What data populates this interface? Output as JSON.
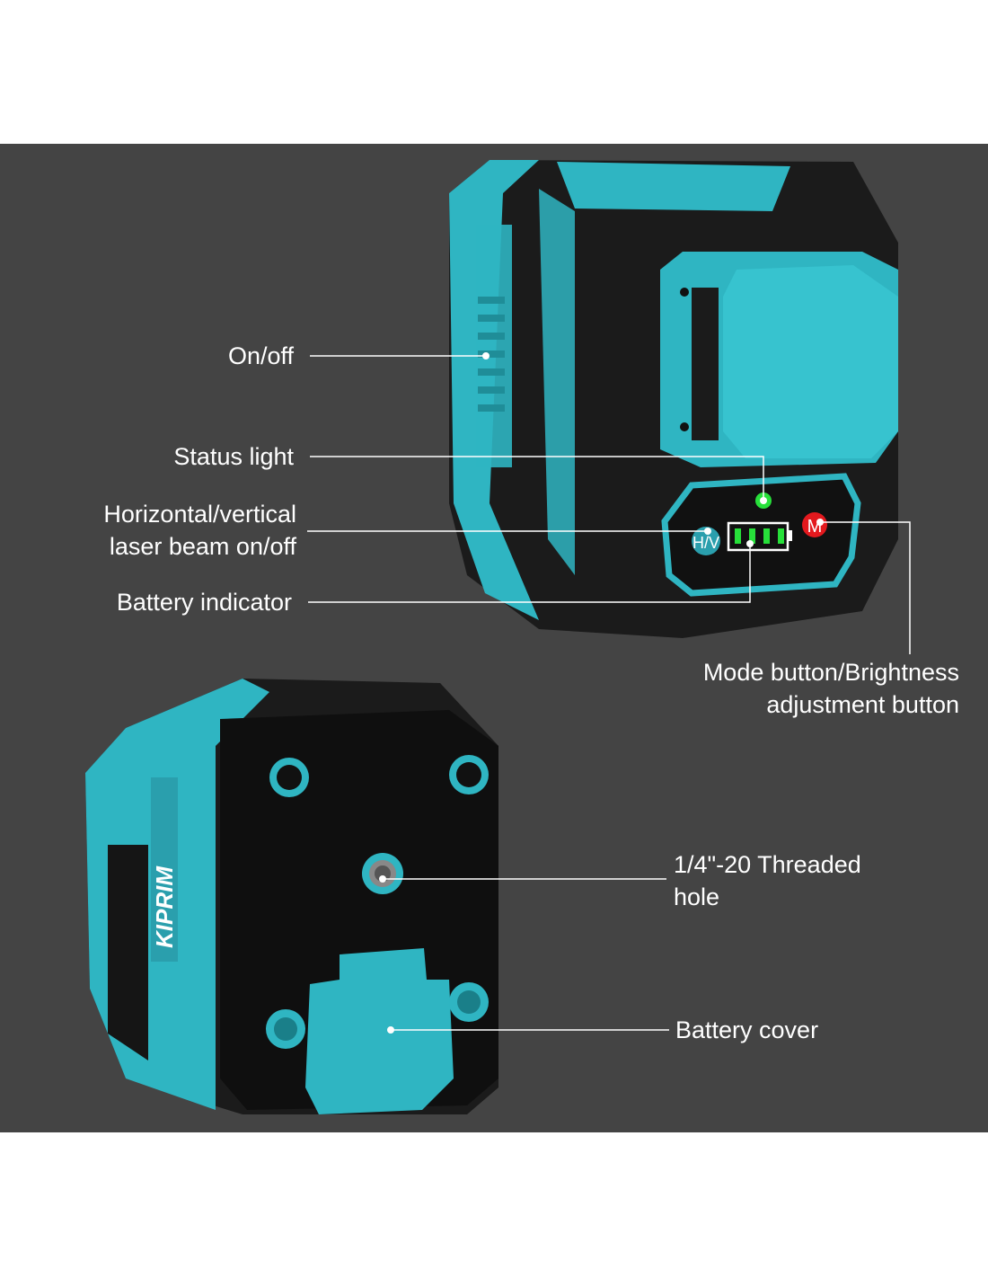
{
  "labels": {
    "on_off": "On/off",
    "status_light": "Status light",
    "hv_line1": "Horizontal/vertical",
    "hv_line2": "laser beam on/off",
    "battery_indicator": "Battery indicator",
    "mode_line1": "Mode button/Brightness",
    "mode_line2": "adjustment button",
    "thread_line1": "1/4\"-20 Threaded",
    "thread_line2": "hole",
    "battery_cover": "Battery cover"
  },
  "device": {
    "brand": "KIPRIM",
    "hv_button": "H/V",
    "mode_button": "M",
    "battery_level_bars": 4,
    "battery_level_max": 4
  },
  "colors": {
    "background": "#444444",
    "accent": "#2fb5c2",
    "body": "#1b1b1b",
    "status_green": "#27e03a",
    "mode_red": "#e3191e"
  }
}
